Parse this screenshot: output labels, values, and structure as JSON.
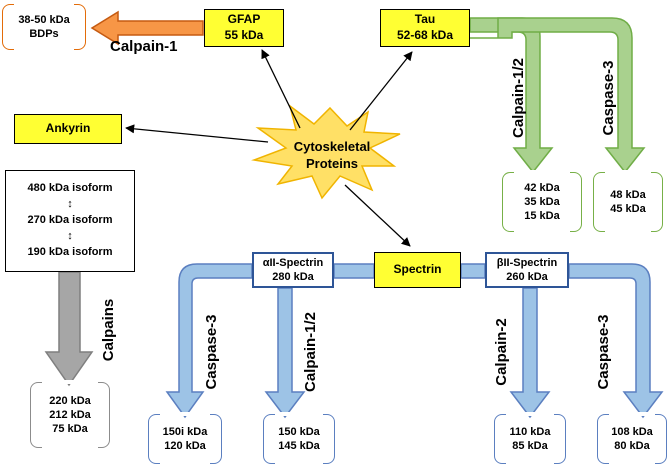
{
  "nodes": {
    "center": [
      "Cytoskeletal",
      "Proteins"
    ],
    "gfap": [
      "GFAP",
      "55 kDa"
    ],
    "tau": [
      "Tau",
      "52-68 kDa"
    ],
    "ankyrin": "Ankyrin",
    "spectrin": "Spectrin",
    "alpha_spectrin": [
      "αII-Spectrin",
      "280 kDa"
    ],
    "beta_spectrin": [
      "βII-Spectrin",
      "260 kDa"
    ],
    "ankyrin_isoforms": [
      "480 kDa isoform",
      "↕",
      "270 kDa isoform",
      "↕",
      "190 kDa isoform"
    ]
  },
  "products": {
    "gfap_bdps": [
      "38-50 kDa",
      "BDPs"
    ],
    "tau_calpain": [
      "42 kDa",
      "35 kDa",
      "15 kDa"
    ],
    "tau_caspase": [
      "48 kDa",
      "45 kDa"
    ],
    "ankyrin_calpains": [
      "220 kDa",
      "212 kDa",
      "75 kDa"
    ],
    "alpha_caspase3": [
      "150i kDa",
      "120 kDa"
    ],
    "alpha_calpain12": [
      "150 kDa",
      "145 kDa"
    ],
    "beta_calpain2": [
      "110 kDa",
      "85 kDa"
    ],
    "beta_caspase3": [
      "108 kDa",
      "80 kDa"
    ]
  },
  "enzymes": {
    "gfap": "Calpain-1",
    "tau_left": "Calpain-1/2",
    "tau_right": "Caspase-3",
    "ankyrin": "Calpains",
    "alpha_left": "Caspase-3",
    "alpha_right": "Calpain-1/2",
    "beta_left": "Calpain-2",
    "beta_right": "Caspase-3"
  },
  "colors": {
    "gfap_arrow": "#f79646",
    "tau_arrow": "#a9d18e",
    "ankyrin_arrow": "#a6a6a6",
    "spectrin_arrow": "#9dc3e6",
    "node_fill": "#ffff33",
    "starburst_fill": "#ffe066"
  }
}
